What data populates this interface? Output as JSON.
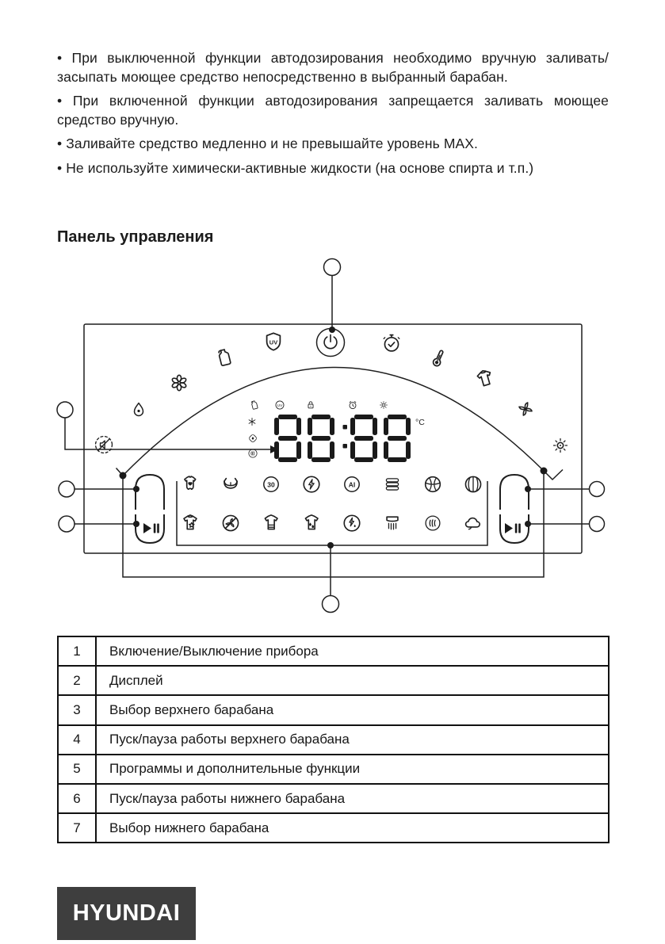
{
  "intro": {
    "bullets": [
      "• При выключенной функции автодозирования необходимо вручную заливать/засыпать моющее средство непосредственно в выбранный барабан.",
      "• При включенной функции автодозирования запрещается заливать моющее средство вручную.",
      "• Заливайте средство медленно и не превышайте уровень MAX.",
      "• Не используйте химически-активные жидкости (на основе спирта и т.п.)"
    ]
  },
  "section": {
    "title": "Панель управления"
  },
  "diagram": {
    "display": {
      "time": "88:88",
      "unit": "°C",
      "indicator_icons": [
        "detergent-bottle",
        "uv",
        "child-lock",
        "alarm-timer",
        "brightness"
      ],
      "side_icons": [
        "snowflake",
        "water-drop",
        "spin"
      ]
    },
    "labels": {
      "uv_shield": "UV",
      "uv_indicator": "UV",
      "quick_30": "30",
      "ai": "AI"
    },
    "arc_icons": [
      "water-drop",
      "fan-flower",
      "detergent-bottle",
      "uv-shield",
      "power",
      "timer-check",
      "thermometer",
      "wrinkle-care-shirt",
      "pinwheel"
    ],
    "corner_icons": {
      "left": "mute",
      "right": "brightness-sun"
    },
    "side_controls": {
      "left": {
        "top": "upper-drum-select",
        "bottom": "upper-drum-start-pause"
      },
      "right": {
        "top": "lower-drum-select",
        "bottom": "lower-drum-start-pause"
      }
    },
    "programs": {
      "row1": [
        "baby-clothes",
        "delicates-bra",
        "quick-30",
        "quick-wash",
        "ai-wash",
        "bedding",
        "wool",
        "synthetics"
      ],
      "row2": [
        "shirt-star",
        "no-spin",
        "flat-dry",
        "wet-clothes",
        "eco-wash",
        "steam",
        "spin",
        "air-dry"
      ]
    },
    "callouts": [
      "power-button",
      "display",
      "upper-drum-select",
      "upper-drum-start-pause",
      "programs-and-functions",
      "lower-drum-start-pause",
      "lower-drum-select"
    ]
  },
  "table": {
    "rows": [
      {
        "num": "1",
        "label": "Включение/Выключение прибора"
      },
      {
        "num": "2",
        "label": "Дисплей"
      },
      {
        "num": "3",
        "label": "Выбор верхнего барабана"
      },
      {
        "num": "4",
        "label": "Пуск/пауза работы верхнего барабана"
      },
      {
        "num": "5",
        "label": "Программы и дополнительные функции"
      },
      {
        "num": "6",
        "label": "Пуск/пауза работы нижнего барабана"
      },
      {
        "num": "7",
        "label": "Выбор нижнего барабана"
      }
    ]
  },
  "footer": {
    "logo_text": "HYUNDAI",
    "logo_bg": "#3e3e3e"
  },
  "colors": {
    "ink": "#1c1c1c",
    "line": "#1f1f1f",
    "background": "#ffffff"
  }
}
